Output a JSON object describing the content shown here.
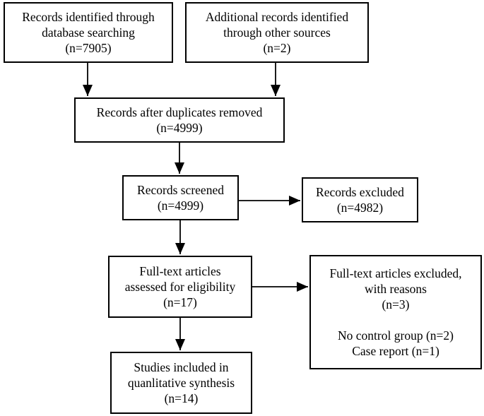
{
  "colors": {
    "background": "#ffffff",
    "box_border": "#000000",
    "text": "#000000",
    "arrow": "#000000"
  },
  "diagram_type": "prisma-flowchart",
  "boxes": {
    "identified": {
      "text": "Records identified through\ndatabase searching\n(n=7905)"
    },
    "additional": {
      "text": "Additional records identified\nthrough other sources\n(n=2)"
    },
    "deduplicated": {
      "text": "Records after duplicates removed\n(n=4999)"
    },
    "screened": {
      "text": "Records screened\n(n=4999)"
    },
    "excluded": {
      "text": "Records excluded\n(n=4982)"
    },
    "fulltext": {
      "text": "Full-text articles\nassessed for eligibility\n(n=17)"
    },
    "fulltext_excluded": {
      "text": "Full-text articles excluded,\nwith reasons\n(n=3)\n\nNo control group (n=2)\nCase report (n=1)"
    },
    "included": {
      "text": "Studies included in\nquanlitative synthesis\n(n=14)"
    }
  }
}
